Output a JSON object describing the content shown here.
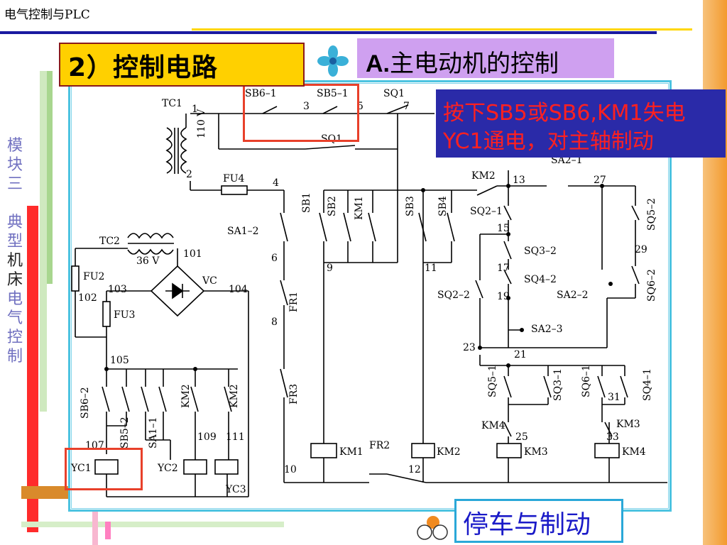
{
  "header": {
    "title": "电气控制与PLC"
  },
  "title": {
    "label": "2）控制电路"
  },
  "subtitle": {
    "prefix": "A.",
    "text": "主电动机的控制"
  },
  "note": {
    "line1": "按下SB5或SB6,KM1失电",
    "line2": "YC1通电，对主轴制动"
  },
  "side_label": {
    "chars": [
      "模",
      "块",
      "三",
      "",
      "典",
      "型",
      "机",
      "床",
      "电",
      "气",
      "控",
      "制"
    ]
  },
  "bottom_button": {
    "label": "停车与制动"
  },
  "icons": {
    "fan": "fan-icon",
    "people": "people-icon"
  },
  "colors": {
    "title_bg": "#ffd000",
    "subtitle_bg": "#cfa0f0",
    "note_bg": "#2a2aa8",
    "note_text": "#ff2020",
    "highlight": "#e8402a",
    "frame": "#4cc3e0"
  },
  "diagram": {
    "labels": {
      "tc1": "TC1",
      "n1": "1",
      "n2": "2",
      "v110": "110 V",
      "fu4": "FU4",
      "n4": "4",
      "sb6_1": "SB6–1",
      "n3": "3",
      "sb5_1": "SB5–1",
      "n5": "5",
      "sq1a": "SQ1",
      "n7": "7",
      "sq1b": "SQ1",
      "sa1_2": "SA1–2",
      "n6": "6",
      "fr1": "FR1",
      "n8": "8",
      "fr3": "FR3",
      "sb1": "SB1",
      "sb2": "SB2",
      "km1c": "KM1",
      "sb3": "SB3",
      "sb4": "SB4",
      "n9": "9",
      "n11": "11",
      "km1": "KM1",
      "km2": "KM2",
      "fr2": "FR2",
      "n10": "10",
      "n12": "12",
      "tc2": "TC2",
      "v36": "36 V",
      "n101": "101",
      "fu2": "FU2",
      "n102": "102",
      "n103": "103",
      "vc": "VC",
      "n104": "104",
      "fu3": "FU3",
      "n105": "105",
      "sb6_2": "SB6–2",
      "sb5_2": "SB5–2",
      "sa1_1": "SA1–1",
      "km2a": "KM2",
      "km2b": "KM2",
      "n107": "107",
      "n109": "109",
      "n111": "111",
      "yc1": "YC1",
      "yc2": "YC2",
      "yc3": "YC3",
      "km2t": "KM2",
      "n13": "13",
      "sa2_1": "SA2–1",
      "n27": "27",
      "sq2_1": "SQ2–1",
      "n15": "15",
      "sq5_2": "SQ5–2",
      "sq3_2": "SQ3–2",
      "n29": "29",
      "n17": "17",
      "sq4_2": "SQ4–2",
      "sq2_2": "SQ2–2",
      "n19": "19",
      "sa2_2": "SA2–2",
      "sq6_2": "SQ6–2",
      "sa2_3": "SA2–3",
      "n23": "23",
      "n21": "21",
      "sq5_1": "SQ5–1",
      "sq3_1": "SQ3–1",
      "sq6_1": "SQ6–1",
      "n31": "31",
      "sq4_1": "SQ4–1",
      "km4c": "KM4",
      "km3c": "KM3",
      "n25": "25",
      "n33": "33",
      "km3": "KM3",
      "km4": "KM4"
    }
  }
}
